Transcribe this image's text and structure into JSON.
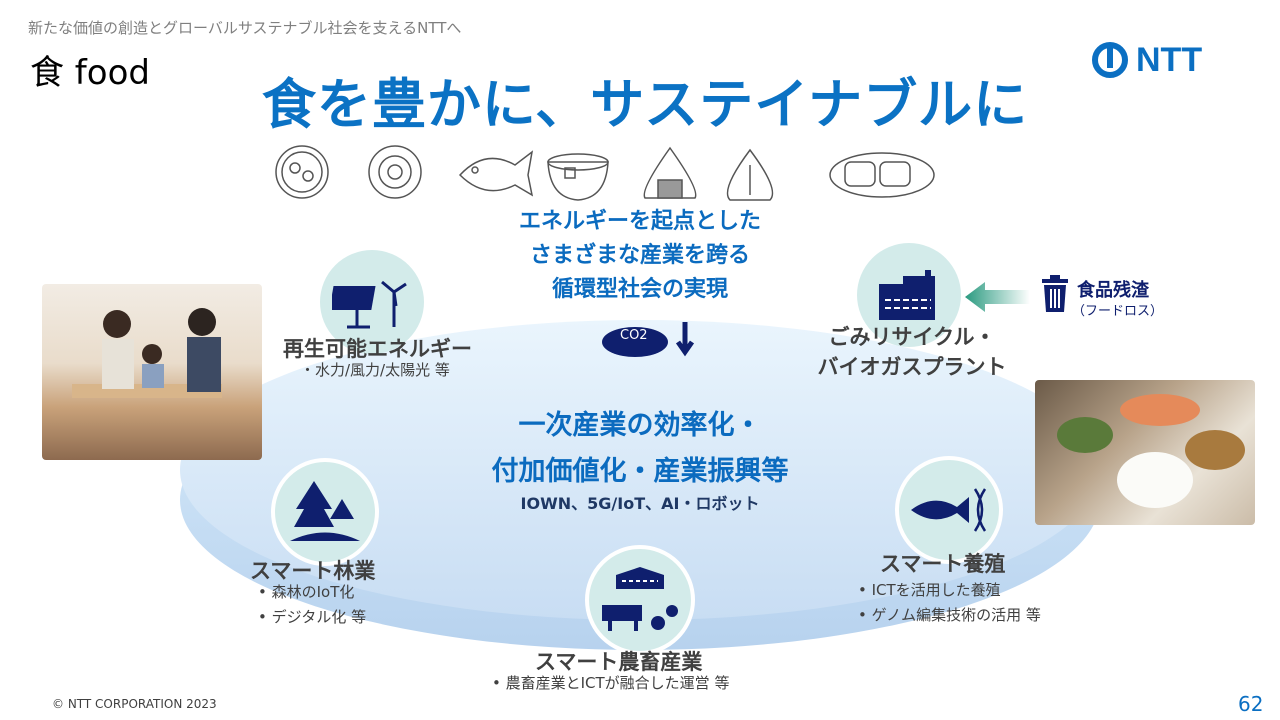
{
  "header": {
    "subtitle": "新たな価値の創造とグローバルサステナブル社会を支えるNTTへ",
    "section": "食 food",
    "logo": "NTT",
    "title": "食を豊かに、サステイナブルに"
  },
  "center": {
    "heading": [
      "エネルギーを起点とした",
      "さまざまな産業を跨る",
      "循環型社会の実現"
    ],
    "co2": "CO2",
    "main": [
      "一次産業の効率化・",
      "付加価値化・産業振興等"
    ],
    "tech": "IOWN、5G/IoT、AI・ロボット"
  },
  "nodes": {
    "energy": {
      "label": "再生可能エネルギー",
      "items": [
        "・水力/風力/太陽光 等"
      ]
    },
    "recycle": {
      "label": [
        "ごみリサイクル・",
        "バイオガスプラント"
      ]
    },
    "foodwaste": {
      "label": "食品残渣",
      "sub": "（フードロス）"
    },
    "forestry": {
      "label": "スマート林業",
      "items": [
        "•  森林のIoT化",
        "•  デジタル化 等"
      ]
    },
    "aquaculture": {
      "label": "スマート養殖",
      "items": [
        "•  ICTを活用した養殖",
        "•  ゲノム編集技術の活用 等"
      ]
    },
    "agriculture": {
      "label": "スマート農畜産業",
      "items": [
        "•  農畜産業とICTが融合した運営 等"
      ]
    }
  },
  "footer": {
    "copyright": "© NTT CORPORATION 2023",
    "page": "62"
  },
  "colors": {
    "brand": "#0b72c4",
    "navy": "#0f1f6e",
    "teal": "#d3ebea"
  }
}
